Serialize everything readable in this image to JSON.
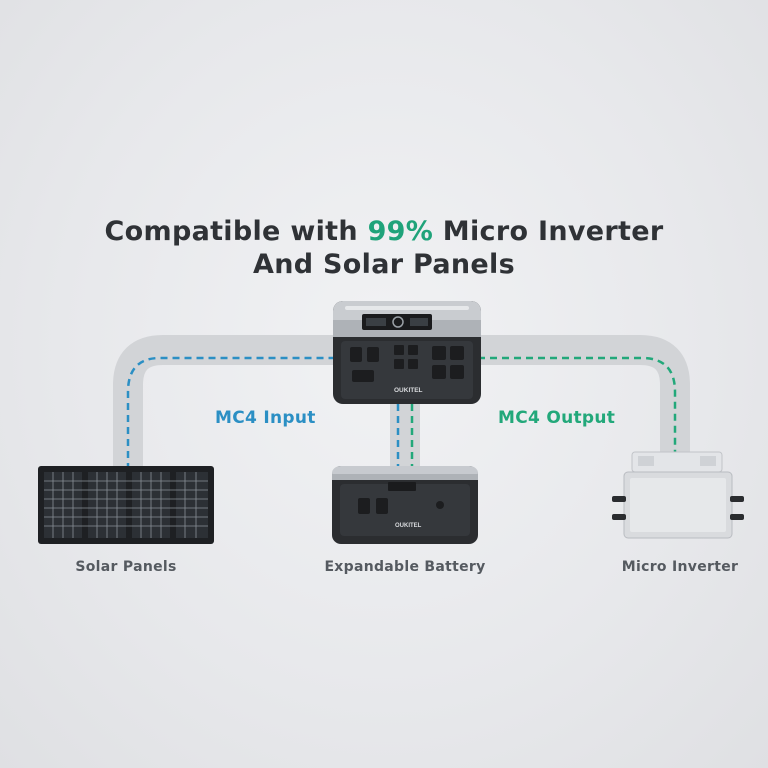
{
  "headline": {
    "line1_pre": "Compatible with ",
    "line1_accent": "99%",
    "line1_post": " Micro Inverter",
    "line2": "And Solar Panels"
  },
  "labels": {
    "mc4_input": "MC4 Input",
    "mc4_output": "MC4 Output",
    "solar_panels": "Solar Panels",
    "expandable_battery": "Expandable Battery",
    "micro_inverter": "Micro Inverter"
  },
  "brand": "OUKITEL",
  "colors": {
    "accent_green": "#1fa37a",
    "input_blue": "#2b8fc4",
    "output_green": "#22a87a",
    "pipe_gray": "#d3d5d8"
  }
}
